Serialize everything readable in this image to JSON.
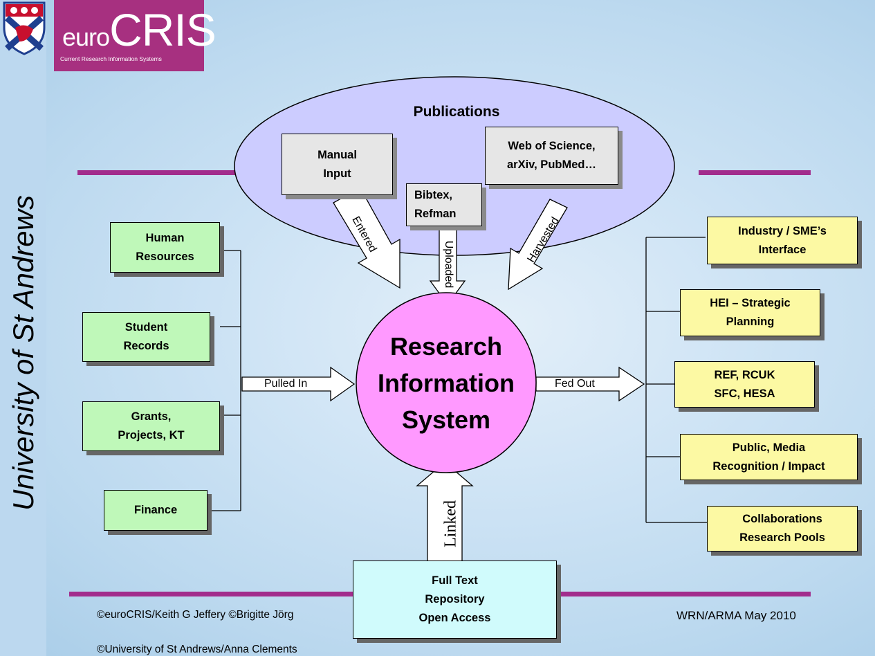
{
  "sidebar": {
    "vertical_title": "University of St Andrews"
  },
  "logo": {
    "euro": "euro",
    "cris": "CRIS",
    "subtitle": "Current Research Information Systems"
  },
  "publications": {
    "title": "Publications",
    "manual_input": "Manual\nInput",
    "web_of_science": "Web of Science,\narXiv, PubMed…",
    "bibtex": "Bibtex,\nRefman",
    "arrow_entered": "Entered",
    "arrow_uploaded": "Uploaded",
    "arrow_harvested": "Harvested"
  },
  "center": {
    "label": "Research\nInformation\nSystem"
  },
  "sources": [
    {
      "label": "Human\nResources"
    },
    {
      "label": "Student\nRecords"
    },
    {
      "label": "Grants,\nProjects, KT"
    },
    {
      "label": "Finance"
    }
  ],
  "pulled_in": "Pulled In",
  "fed_out": "Fed Out",
  "outputs": [
    {
      "label": "Industry / SME’s\nInterface"
    },
    {
      "label": "HEI – Strategic\nPlanning"
    },
    {
      "label": "REF, RCUK\nSFC, HESA"
    },
    {
      "label": "Public, Media\nRecognition / Impact"
    },
    {
      "label": "Collaborations\nResearch Pools"
    }
  ],
  "linked": "Linked",
  "repository": {
    "label": "Full Text\nRepository\nOpen Access"
  },
  "footer": {
    "left_line1": "©euroCRIS/Keith G Jeffery ©Brigitte Jörg",
    "left_line2": "©University of St Andrews/Anna Clements",
    "right": "WRN/ARMA May 2010"
  },
  "colors": {
    "accent_line": "#a22c8c",
    "logo_bg": "#a73080",
    "ellipse_fill": "#ccccff",
    "circle_fill": "#ff99ff",
    "source_fill": "#bff8b9",
    "output_fill": "#fcf9a3",
    "repository_fill": "#d0fbfc"
  }
}
